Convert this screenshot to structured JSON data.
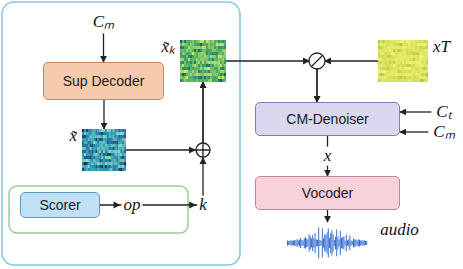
{
  "diagram": {
    "nodes": [
      {
        "text": [
          "Sup Decoder"
        ]
      },
      {
        "text": [
          "x̃"
        ]
      },
      {
        "text": [
          "Scorer"
        ]
      },
      {
        "text": [
          "x̃ₖ"
        ]
      },
      {
        "text": [
          "xT"
        ]
      },
      {
        "text": [
          "CM-Denoiser"
        ]
      },
      {
        "text": [
          "Vocoder"
        ]
      }
    ],
    "edges": [
      {
        "from": 0,
        "to": 1,
        "arrow": "to"
      },
      {
        "from": 1,
        "to": 3,
        "arrow": "to"
      },
      {
        "from": 2,
        "to": 3,
        "arrow": "to"
      },
      {
        "from": 3,
        "to": 5,
        "arrow": "to"
      },
      {
        "from": 4,
        "to": 5,
        "arrow": "to"
      },
      {
        "from": 5,
        "to": 6,
        "arrow": "to"
      }
    ],
    "labels": [
      "Cₘ",
      "op",
      "k",
      "Cₜ",
      "Cₘ",
      "x",
      "audio"
    ]
  }
}
